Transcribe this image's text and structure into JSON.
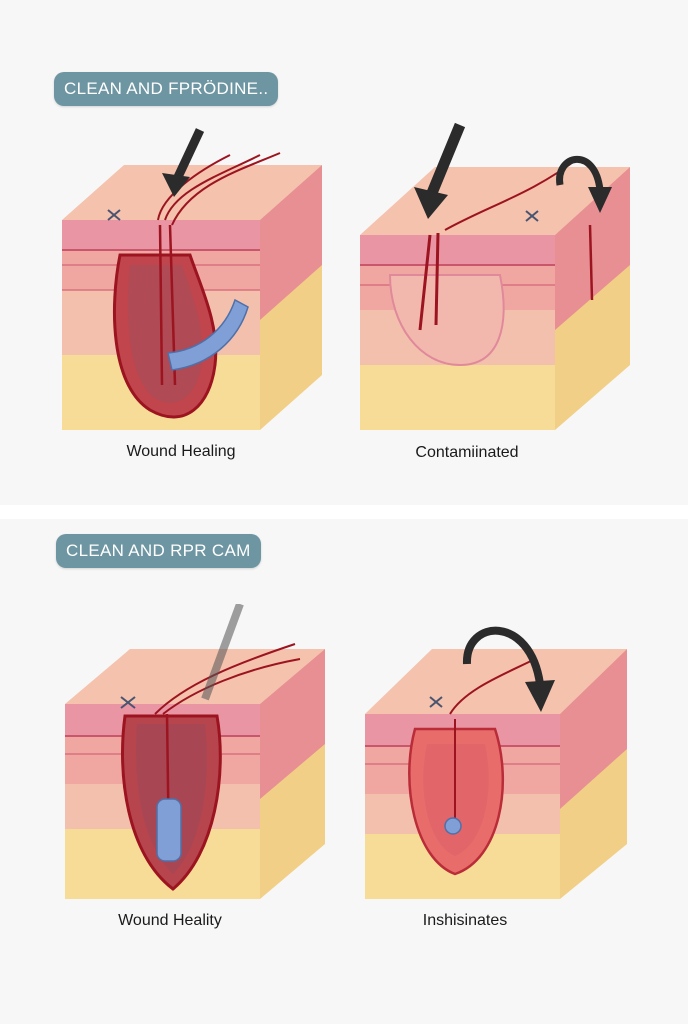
{
  "panels": [
    {
      "header": "CLEAN AND FPRÖDINE..",
      "captions": [
        "Wound Healing",
        "Contamiinated"
      ]
    },
    {
      "header": "CLEAN AND RPR CAM",
      "captions": [
        "Wound Heality",
        "Inshisinates"
      ]
    }
  ],
  "colors": {
    "badge": "#6d95a2",
    "epidermis": "#f4b8a4",
    "dermis": "#e9879a",
    "subcutis": "#f5d58e",
    "blood": "#9c1420",
    "implant": "#7f9fd6",
    "arrow": "#2b2b2b"
  },
  "icons": [
    "arrow-down-icon",
    "curved-arrow-icon",
    "cross-marker-icon",
    "implant-icon"
  ]
}
